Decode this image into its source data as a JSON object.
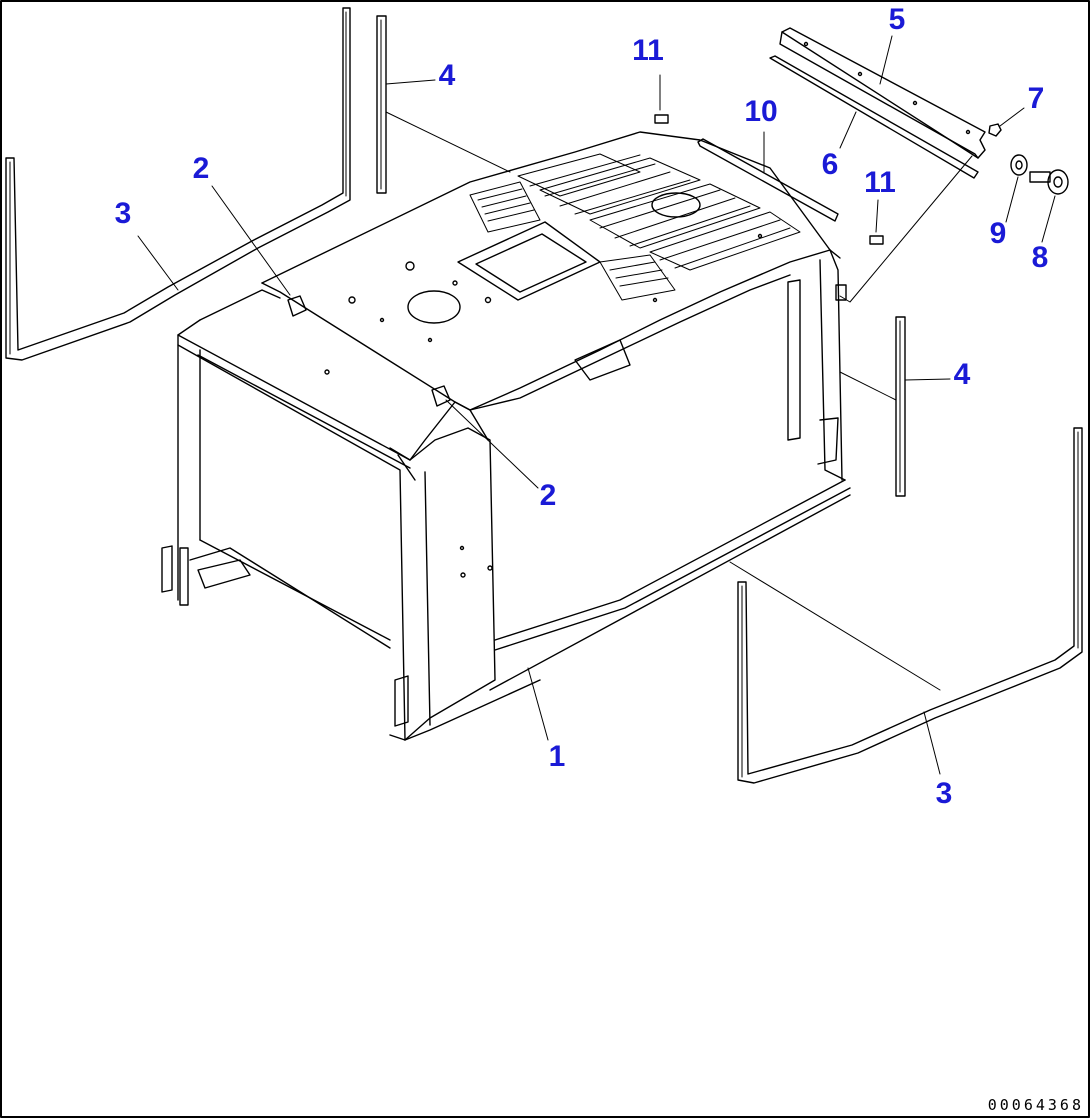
{
  "diagram": {
    "colors": {
      "callout": "#1a1ad6",
      "line": "#000000",
      "background": "#ffffff"
    },
    "callouts": [
      {
        "id": "c1",
        "label": "1",
        "part": "engine-hood"
      },
      {
        "id": "c2a",
        "label": "2",
        "part": "hood-mount-left"
      },
      {
        "id": "c2b",
        "label": "2",
        "part": "hood-mount-right"
      },
      {
        "id": "c3a",
        "label": "3",
        "part": "seal-left"
      },
      {
        "id": "c3b",
        "label": "3",
        "part": "seal-right"
      },
      {
        "id": "c4a",
        "label": "4",
        "part": "vertical-seal-left"
      },
      {
        "id": "c4b",
        "label": "4",
        "part": "vertical-seal-right"
      },
      {
        "id": "c5",
        "label": "5",
        "part": "plate"
      },
      {
        "id": "c6",
        "label": "6",
        "part": "seal-strip"
      },
      {
        "id": "c7",
        "label": "7",
        "part": "nut"
      },
      {
        "id": "c8",
        "label": "8",
        "part": "bolt"
      },
      {
        "id": "c9",
        "label": "9",
        "part": "washer"
      },
      {
        "id": "c10",
        "label": "10",
        "part": "seal-bar"
      },
      {
        "id": "c11a",
        "label": "11",
        "part": "cushion-left"
      },
      {
        "id": "c11b",
        "label": "11",
        "part": "cushion-right"
      }
    ],
    "drawing_number": "00064368"
  }
}
